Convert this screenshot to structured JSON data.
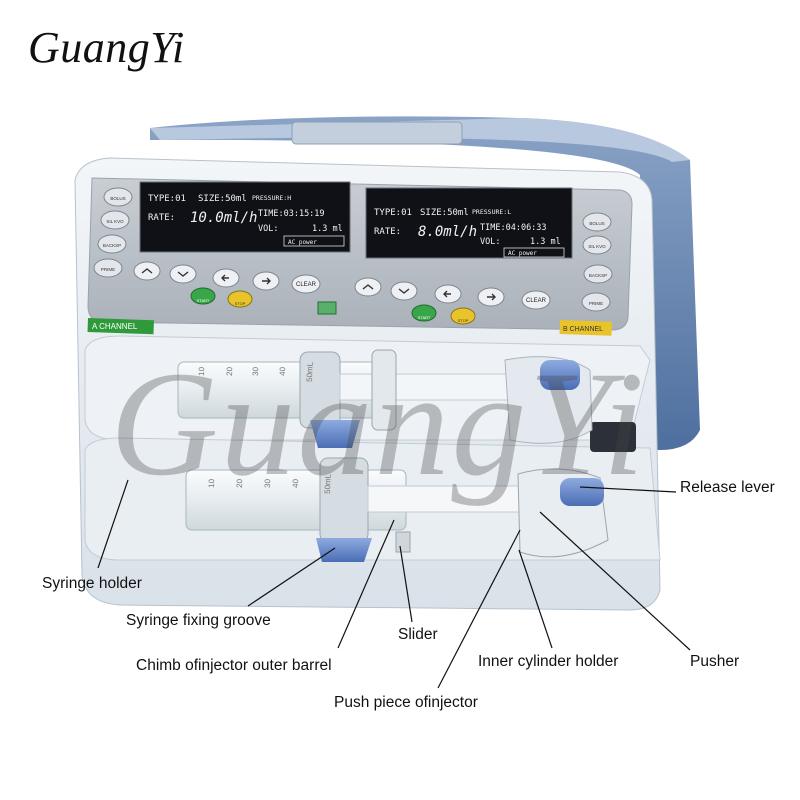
{
  "brand": "GuangYi",
  "watermark": "GuangYi",
  "colors": {
    "device_shell": "#e7edf3",
    "device_top": "#5d7fae",
    "lcd_bg": "#111318",
    "button_green": "#3aa64a",
    "button_yellow": "#e8c42a",
    "channel_tag_green": "#2f9a3a",
    "channel_tag_yellow": "#e8c42a",
    "syringe_clamp_blue": "#6d8fcf"
  },
  "channel_a": {
    "tag": "A CHANNEL",
    "type_label": "TYPE:",
    "type_value": "01",
    "size_label": "SIZE:",
    "size_value": "50ml",
    "pressure_label": "PRESSURE:",
    "pressure_value": "H",
    "time_label": "TIME:",
    "time_value": "03:15:19",
    "rate_label": "RATE:",
    "rate_value": "10.0ml/h",
    "vol_label": "VOL:",
    "vol_value": "1.3 ml",
    "power_tag": "AC power"
  },
  "channel_b": {
    "tag": "B CHANNEL",
    "type_label": "TYPE:",
    "type_value": "01",
    "size_label": "SIZE:",
    "size_value": "50ml",
    "pressure_label": "PRESSURE:",
    "pressure_value": "L",
    "time_label": "TIME:",
    "time_value": "04:06:33",
    "rate_label": "RATE:",
    "rate_value": "8.0ml/h",
    "vol_label": "VOL:",
    "vol_value": "1.3 ml",
    "power_tag": "AC power"
  },
  "buttons": {
    "clear": "CLEAR",
    "start": "START",
    "stop": "STOP",
    "prime": "PRIME",
    "bolus": "BOLUS",
    "sil_kvo": "SIL KVO",
    "backspace": "BACKSP"
  },
  "syringe_scale": [
    "10",
    "20",
    "30",
    "40",
    "50mL"
  ],
  "callouts": {
    "release_lever": "Release lever",
    "syringe_holder": "Syringe holder",
    "syringe_fixing_groove": "Syringe fixing groove",
    "slider": "Slider",
    "chimb": "Chimb ofinjector outer barrel",
    "inner_cylinder_holder": "Inner cylinder holder",
    "pusher": "Pusher",
    "push_piece": "Push piece ofinjector"
  }
}
